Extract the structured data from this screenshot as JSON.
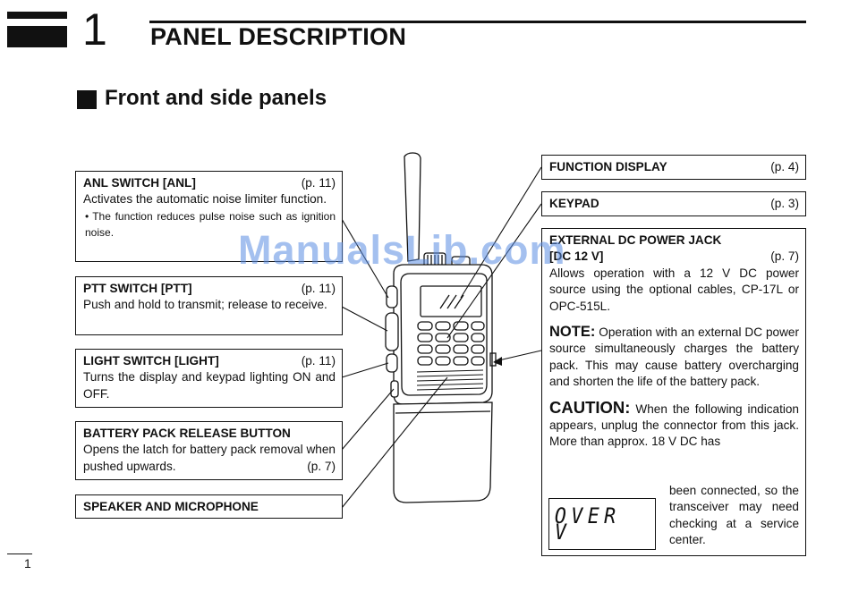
{
  "chapter": {
    "number": "1",
    "title": "PANEL DESCRIPTION"
  },
  "section": {
    "title": "Front and side panels"
  },
  "left_boxes": {
    "anl": {
      "title": "ANL SWITCH [ANL]",
      "page": "(p. 11)",
      "desc": "Activates the automatic noise limiter function.",
      "bullet": "The function reduces pulse noise such as ignition noise."
    },
    "ptt": {
      "title": "PTT SWITCH [PTT]",
      "page": "(p. 11)",
      "desc": "Push and hold to transmit; release to receive."
    },
    "light": {
      "title": "LIGHT SWITCH [LIGHT]",
      "page": "(p. 11)",
      "desc": "Turns the display and keypad lighting ON and OFF."
    },
    "battery": {
      "title": "BATTERY PACK RELEASE BUTTON",
      "desc": "Opens the latch for battery pack removal when pushed upwards.",
      "page": "(p. 7)"
    },
    "speaker": {
      "title": "SPEAKER AND MICROPHONE"
    }
  },
  "right_boxes": {
    "function_display": {
      "title": "FUNCTION DISPLAY",
      "page": "(p. 4)"
    },
    "keypad": {
      "title": "KEYPAD",
      "page": "(p. 3)"
    },
    "dc_jack": {
      "title": "EXTERNAL DC POWER JACK",
      "subtitle": "[DC 12 V]",
      "page": "(p. 7)",
      "desc": "Allows operation with a 12 V DC power source using the optional cables, CP-17L or OPC-515L.",
      "note_label": "NOTE:",
      "note_text": "Operation with an external DC power source simultaneously charges the battery pack. This may cause battery overcharging and shorten the life of the battery pack.",
      "caution_label": "CAUTION:",
      "caution_text": "When the following indication appears, unplug the connector from this jack. More than approx. 18 V DC has",
      "caution_text_2": "been connected, so the transceiver may need checking at a service center.",
      "lcd_text": "OVER V"
    }
  },
  "watermark": "ManualsLib.com",
  "page_number": "1"
}
